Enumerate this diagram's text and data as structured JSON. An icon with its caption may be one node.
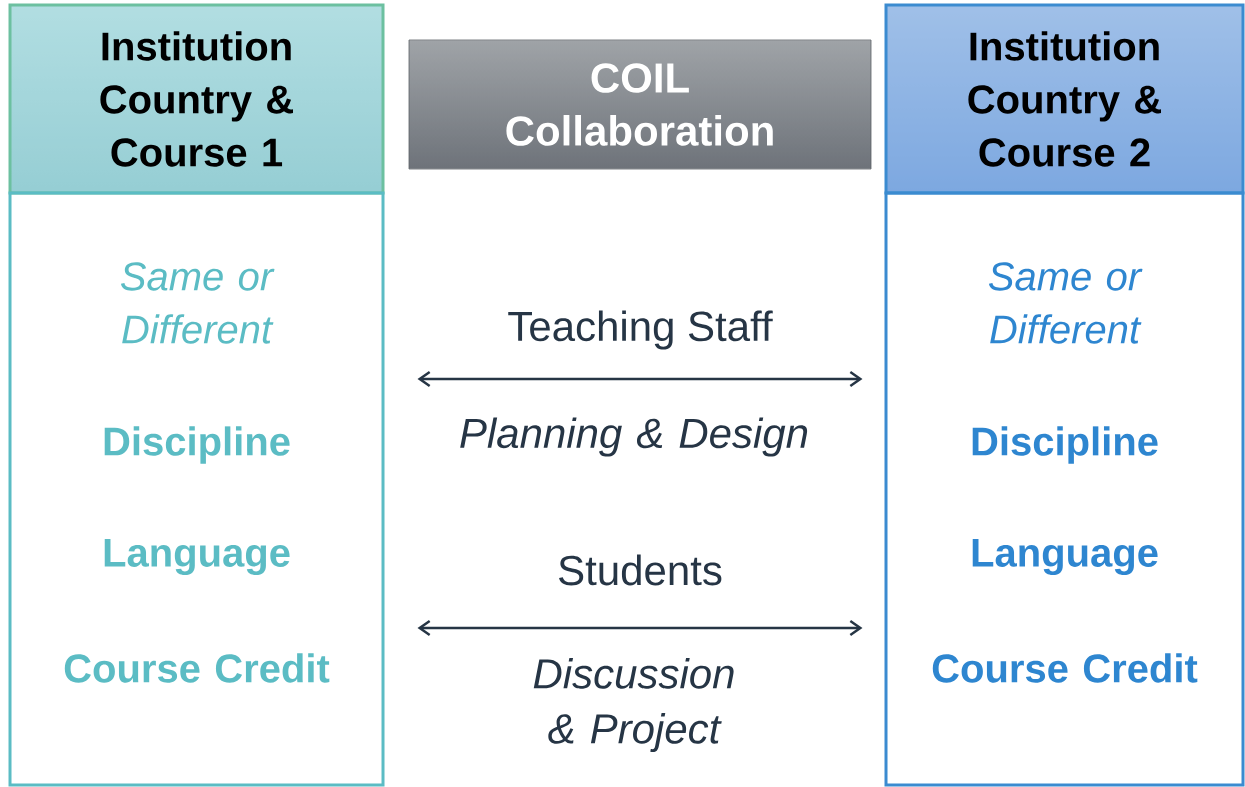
{
  "diagram": {
    "nodes": [
      {
        "text": [
          "Institution Country & Course 1"
        ]
      },
      {
        "text": [
          "Same or Different",
          "Discipline",
          "Language",
          "Course Credit"
        ]
      },
      {
        "text": [
          "COIL Collaboration"
        ]
      },
      {
        "text": [
          "Institution Country & Course 2"
        ]
      },
      {
        "text": [
          "Same or Different",
          "Discipline",
          "Language",
          "Course Credit"
        ]
      }
    ],
    "edges": [
      {
        "from": 1,
        "to": 4,
        "arrow": "both",
        "label": "Teaching Staff"
      },
      {
        "from": 1,
        "to": 4,
        "arrow": "both",
        "label": "Students"
      }
    ],
    "labels": [
      "Planning & Design",
      "Discussion & Project"
    ]
  }
}
